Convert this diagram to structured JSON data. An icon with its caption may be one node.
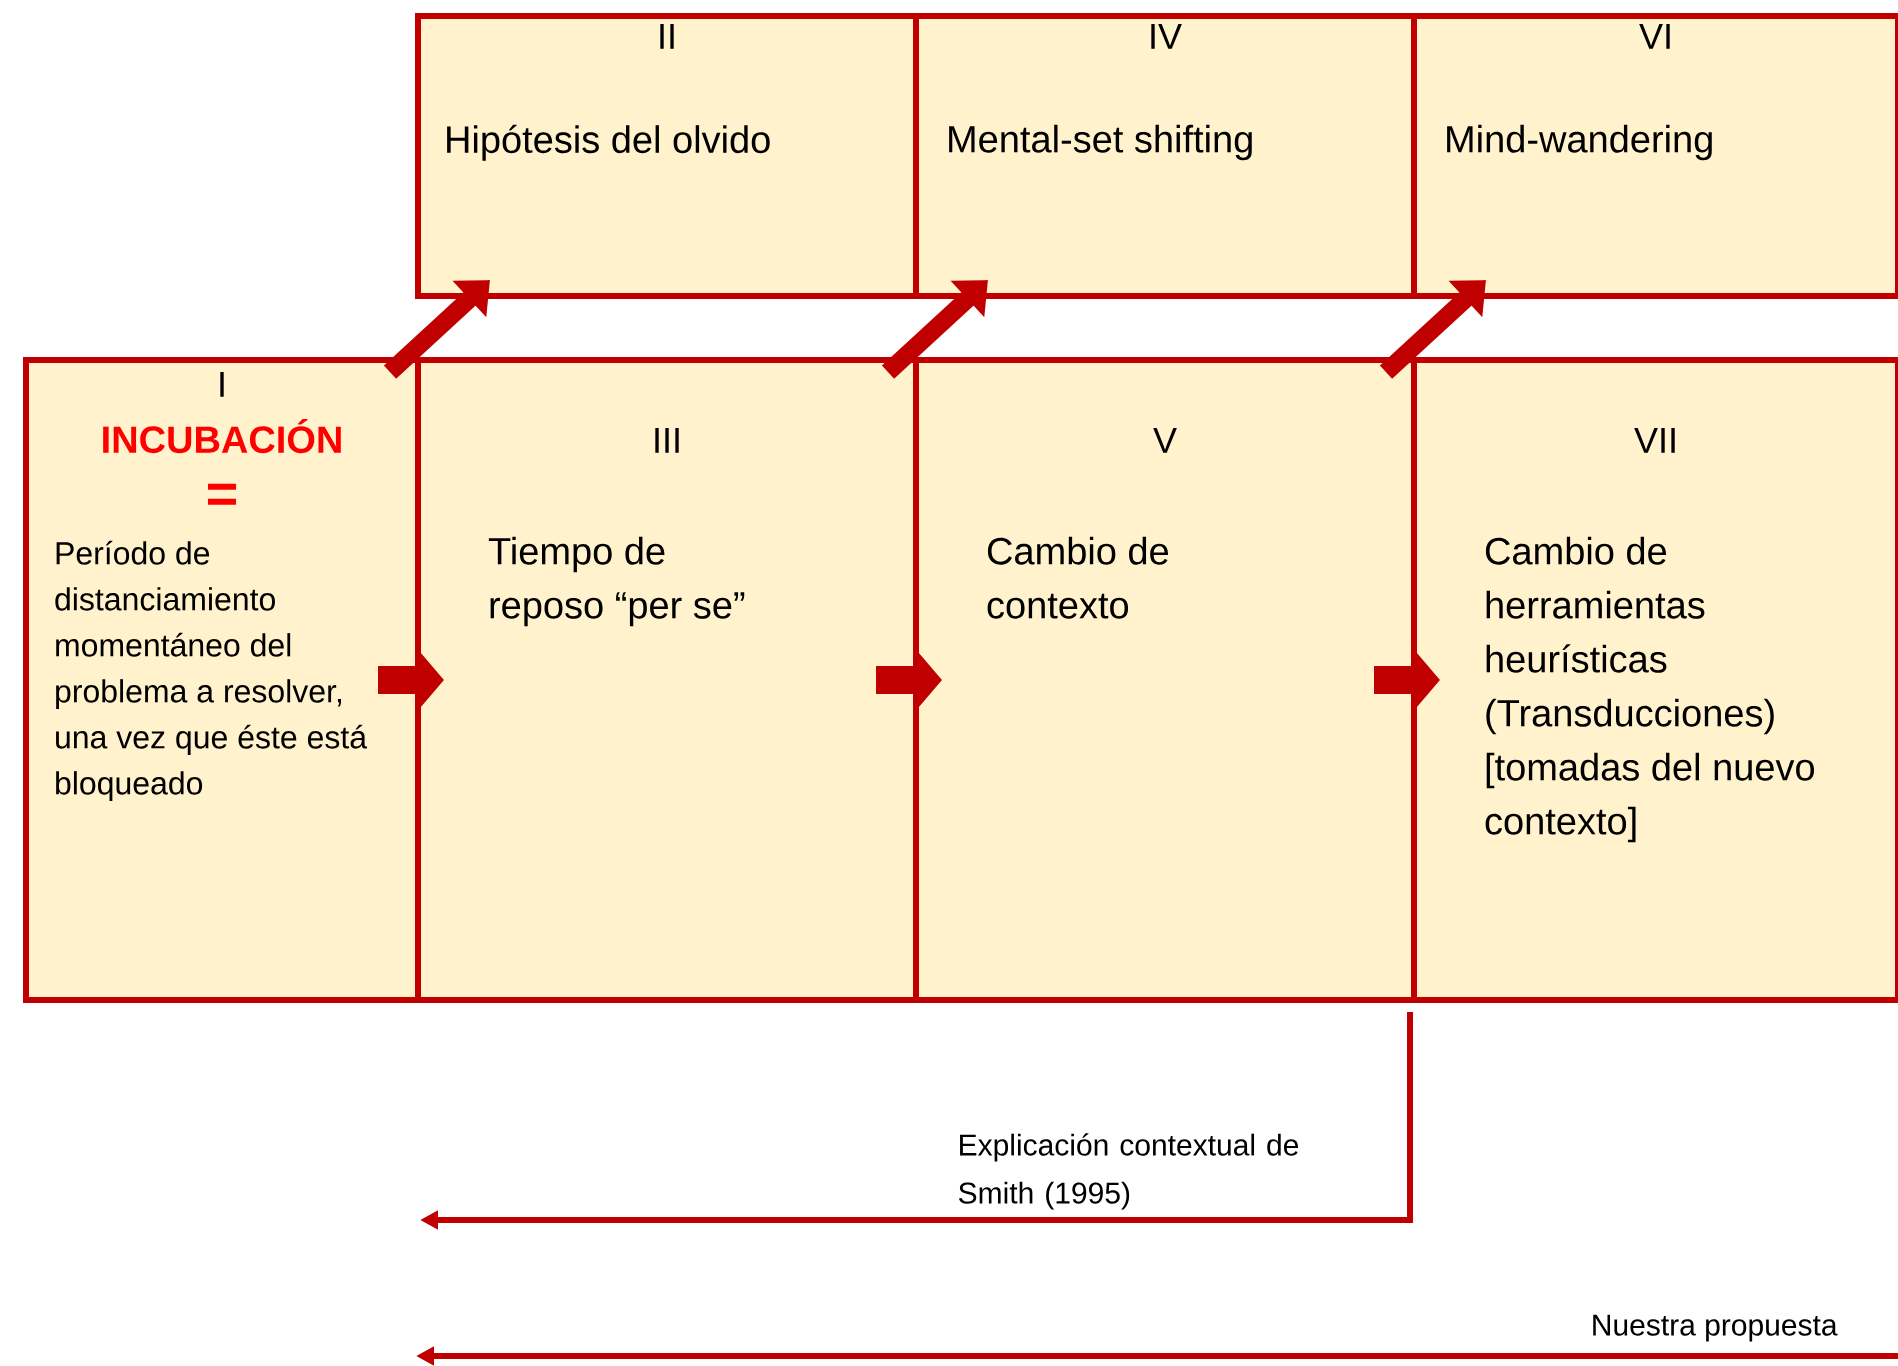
{
  "diagram": {
    "nodes": [
      {
        "text": [
          "I",
          "INCUBACIÓN",
          "=",
          "Período de distanciamiento momentáneo del problema a resolver, una vez que éste está bloqueado"
        ]
      },
      {
        "text": [
          "II",
          "Hipótesis del olvido"
        ]
      },
      {
        "text": [
          "III",
          "Tiempo de reposo “per se”"
        ]
      },
      {
        "text": [
          "IV",
          "Mental-set shifting"
        ]
      },
      {
        "text": [
          "V",
          "Cambio de contexto"
        ]
      },
      {
        "text": [
          "VI",
          "Mind-wandering"
        ]
      },
      {
        "text": [
          "VII",
          "Cambio de herramientas heurísticas (Transducciones) [tomadas del nuevo contexto]"
        ]
      }
    ],
    "edges": [
      {
        "from": 0,
        "to": 1,
        "arrow": "to"
      },
      {
        "from": 2,
        "to": 3,
        "arrow": "to"
      },
      {
        "from": 4,
        "to": 5,
        "arrow": "to"
      },
      {
        "from": 0,
        "to": 2,
        "arrow": "to"
      },
      {
        "from": 2,
        "to": 4,
        "arrow": "to"
      },
      {
        "from": 4,
        "to": 6,
        "arrow": "to"
      },
      {
        "from": 6,
        "to": null,
        "arrow": "to",
        "label": "Explicación contextual de Smith (1995)"
      }
    ],
    "labels": [
      "Nuestra propuesta"
    ]
  }
}
